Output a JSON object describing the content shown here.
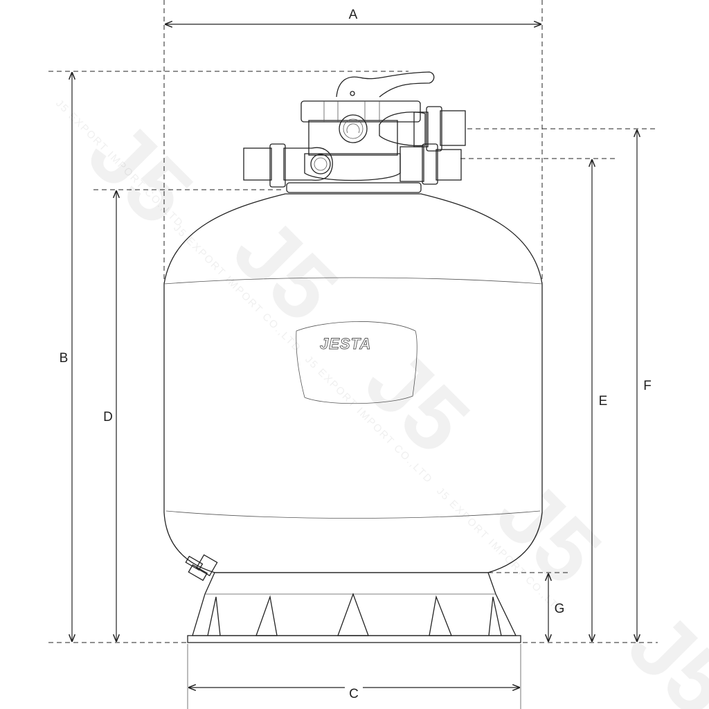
{
  "title": "Sand filter dimension drawing",
  "brand_logo": "JESTA",
  "watermark": "J5 EXPORT IMPORT CO.,LTD",
  "watermark_mark": "J5",
  "dimensions": {
    "A": "A",
    "B": "B",
    "C": "C",
    "D": "D",
    "E": "E",
    "F": "F",
    "G": "G"
  }
}
